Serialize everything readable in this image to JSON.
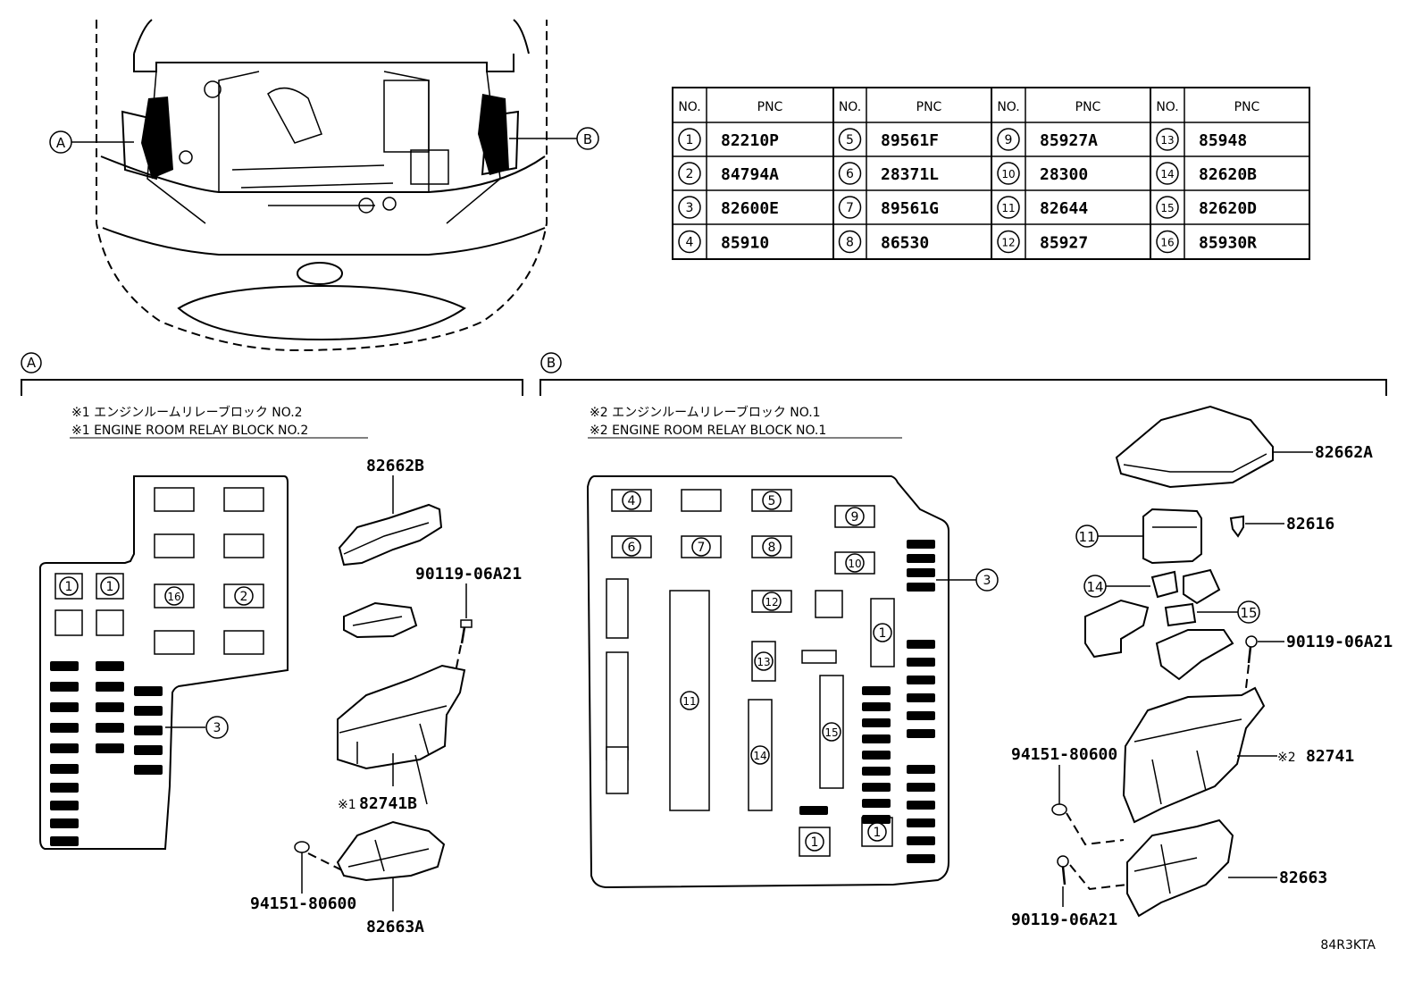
{
  "table": {
    "headers": [
      "NO.",
      "PNC",
      "NO.",
      "PNC",
      "NO.",
      "PNC",
      "NO.",
      "PNC"
    ],
    "rows": [
      [
        {
          "no": "1",
          "pnc": "82210P"
        },
        {
          "no": "5",
          "pnc": "89561F"
        },
        {
          "no": "9",
          "pnc": "85927A"
        },
        {
          "no": "13",
          "pnc": "85948"
        }
      ],
      [
        {
          "no": "2",
          "pnc": "84794A"
        },
        {
          "no": "6",
          "pnc": "28371L"
        },
        {
          "no": "10",
          "pnc": "28300"
        },
        {
          "no": "14",
          "pnc": "82620B"
        }
      ],
      [
        {
          "no": "3",
          "pnc": "82600E"
        },
        {
          "no": "7",
          "pnc": "89561G"
        },
        {
          "no": "11",
          "pnc": "82644"
        },
        {
          "no": "15",
          "pnc": "82620D"
        }
      ],
      [
        {
          "no": "4",
          "pnc": "85910"
        },
        {
          "no": "8",
          "pnc": "86530"
        },
        {
          "no": "12",
          "pnc": "85927"
        },
        {
          "no": "16",
          "pnc": "85930R"
        }
      ]
    ]
  },
  "overview": {
    "callout_a": "A",
    "callout_b": "B"
  },
  "section_a": {
    "marker": "A",
    "title_jp": "※1 エンジンルームリレーブロック NO.2",
    "title_en": "※1 ENGINE ROOM RELAY BLOCK NO.2",
    "block_labels": [
      "1",
      "1",
      "16",
      "2",
      "3"
    ],
    "parts": {
      "cover": "82662B",
      "bolt": "90119-06A21",
      "block_prefix": "※1",
      "block": "82741B",
      "clip": "94151-80600",
      "lower_cover": "82663A"
    }
  },
  "section_b": {
    "marker": "B",
    "title_jp": "※2 エンジンルームリレーブロック NO.1",
    "title_en": "※2 ENGINE ROOM RELAY BLOCK NO.1",
    "block_labels": [
      "4",
      "5",
      "9",
      "6",
      "7",
      "8",
      "10",
      "3",
      "12",
      "1",
      "11",
      "13",
      "15",
      "14",
      "1",
      "1"
    ],
    "parts": {
      "cover": "82662A",
      "screw": "82616",
      "relay_11": "11",
      "relay_14": "14",
      "relay_15": "15",
      "bolt": "90119-06A21",
      "clip": "94151-80600",
      "block_prefix": "※2",
      "block": "82741",
      "lower_cover": "82663",
      "bolt_lower": "90119-06A21"
    }
  },
  "image_code": "84R3KTA"
}
